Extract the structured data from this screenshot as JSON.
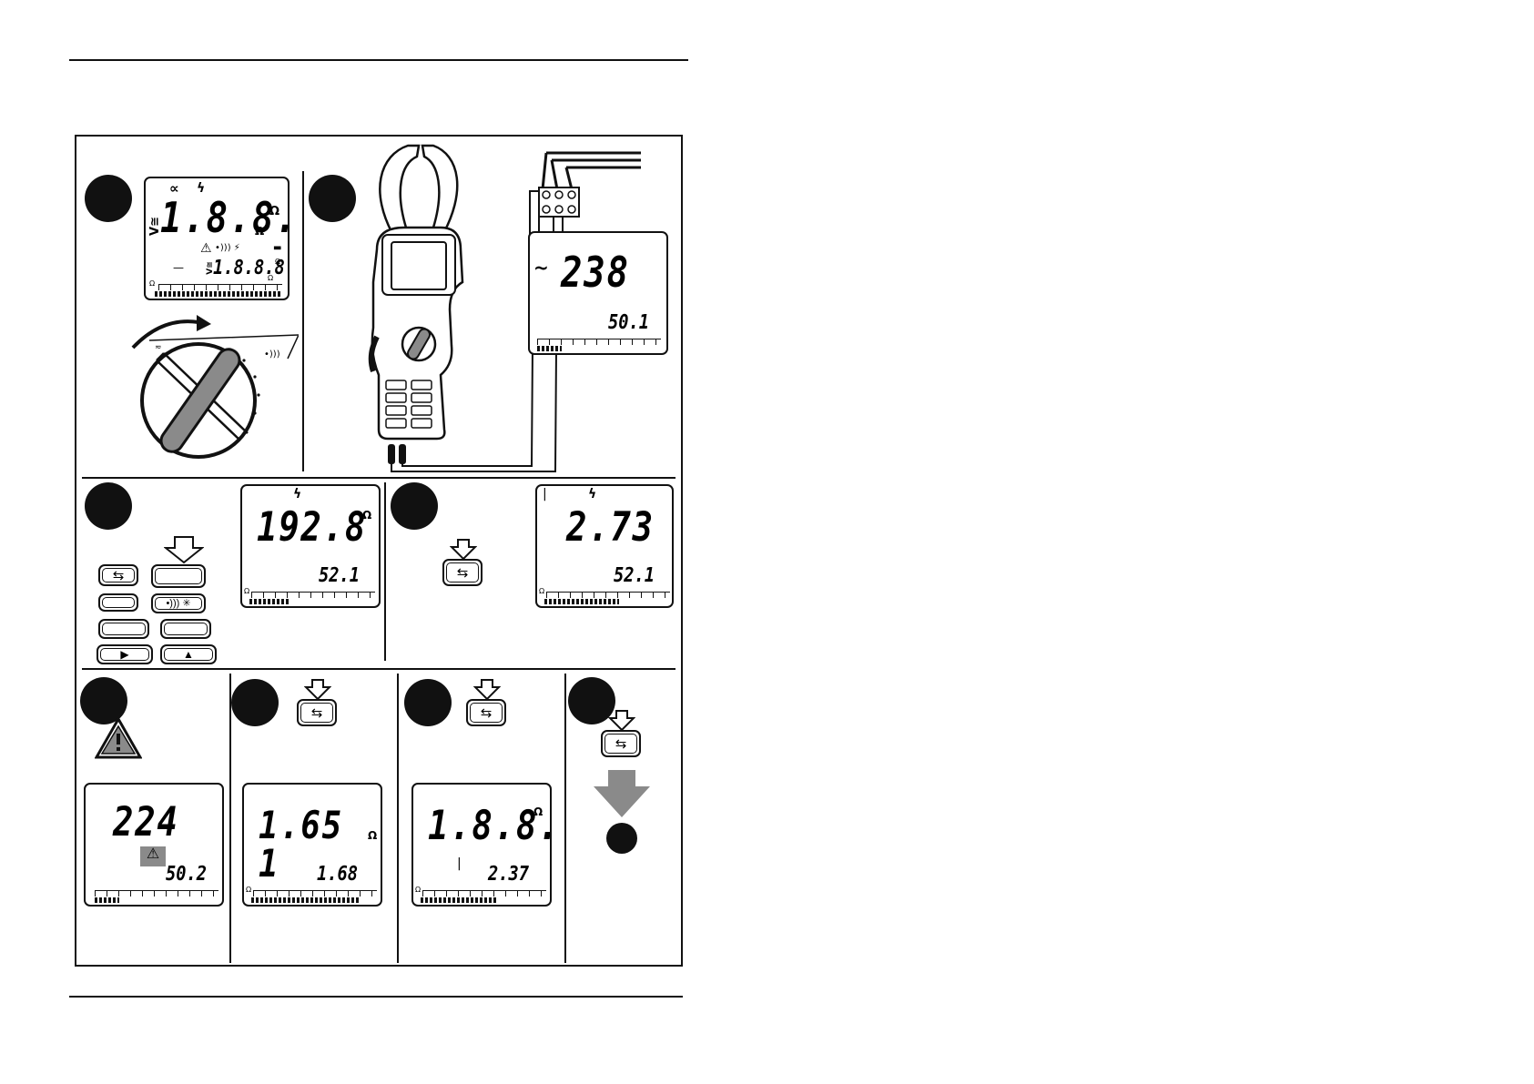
{
  "panel1": {
    "main_reading": "1.8.8.8",
    "sub_reading": "1.8.8.8",
    "mode_label": "V≅",
    "sub_mode_label": "V≅",
    "unit": "Ω",
    "unit2": "Ω",
    "sub_unit1": "Ω",
    "sub_unit2": "Ω",
    "scale_unit": "Ω",
    "dash": "—"
  },
  "panel2": {
    "ac_symbol": "~",
    "main_reading": "238",
    "sub_reading": "50.1"
  },
  "panel3": {
    "main_reading": "192.8",
    "sub_reading": "52.1",
    "unit": "Ω",
    "scale_unit": "Ω"
  },
  "panel4": {
    "main_reading": "2.73",
    "sub_reading": "52.1",
    "scale_unit": "Ω"
  },
  "panel5": {
    "main_reading": "224",
    "sub_reading": "50.2"
  },
  "panel6": {
    "main_reading": "1.65 1",
    "sub_reading": "1.68",
    "unit": "Ω",
    "scale_unit": "Ω"
  },
  "panel7": {
    "main_reading": "1.8.8.8",
    "sub_reading": "2.37",
    "unit": "Ω",
    "scale_unit": "Ω"
  },
  "keypad": {
    "buzzer": "•))) ✳"
  },
  "meter_bar_pct": {
    "panel1": 100,
    "panel2": 20,
    "panel3": 32,
    "panel4": 60,
    "panel5": 20,
    "panel6": 88,
    "panel7": 62
  },
  "colors": {
    "ink": "#111111",
    "shade": "#8a8a8a",
    "paper": "#ffffff"
  }
}
